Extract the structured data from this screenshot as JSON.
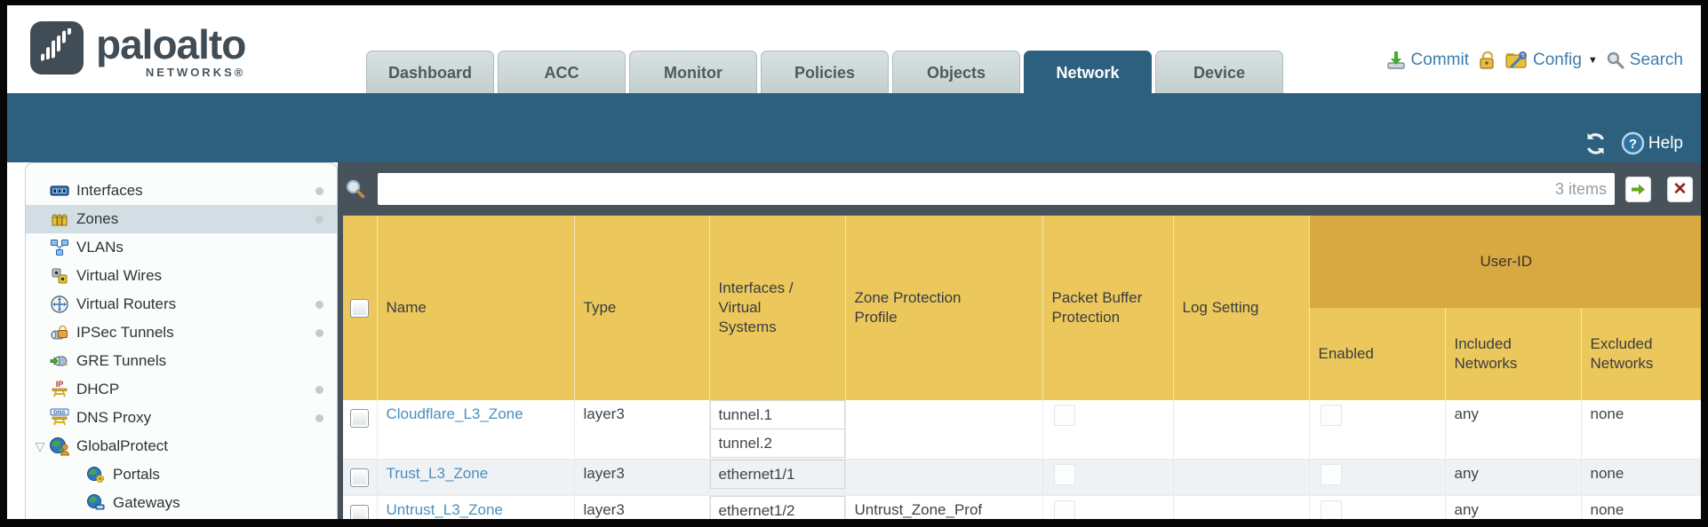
{
  "logo": {
    "brand": "paloalto",
    "sub": "NETWORKS®"
  },
  "header": {
    "tabs": [
      {
        "label": "Dashboard",
        "active": false
      },
      {
        "label": "ACC",
        "active": false
      },
      {
        "label": "Monitor",
        "active": false
      },
      {
        "label": "Policies",
        "active": false
      },
      {
        "label": "Objects",
        "active": false
      },
      {
        "label": "Network",
        "active": true
      },
      {
        "label": "Device",
        "active": false
      }
    ],
    "actions": {
      "commit": "Commit",
      "config": "Config",
      "search": "Search",
      "caret": "▼"
    }
  },
  "blueband": {
    "help_label": "Help"
  },
  "sidebar": {
    "items": [
      {
        "label": "Interfaces",
        "icon": "interfaces-icon",
        "selected": false,
        "dot": true
      },
      {
        "label": "Zones",
        "icon": "zones-icon",
        "selected": true,
        "dot": true
      },
      {
        "label": "VLANs",
        "icon": "vlans-icon",
        "selected": false,
        "dot": false
      },
      {
        "label": "Virtual Wires",
        "icon": "virtual-wires-icon",
        "selected": false,
        "dot": false
      },
      {
        "label": "Virtual Routers",
        "icon": "virtual-routers-icon",
        "selected": false,
        "dot": true
      },
      {
        "label": "IPSec Tunnels",
        "icon": "ipsec-tunnels-icon",
        "selected": false,
        "dot": true
      },
      {
        "label": "GRE Tunnels",
        "icon": "gre-tunnels-icon",
        "selected": false,
        "dot": false
      },
      {
        "label": "DHCP",
        "icon": "dhcp-icon",
        "selected": false,
        "dot": true
      },
      {
        "label": "DNS Proxy",
        "icon": "dns-proxy-icon",
        "selected": false,
        "dot": true
      },
      {
        "label": "GlobalProtect",
        "icon": "globalprotect-icon",
        "selected": false,
        "dot": false,
        "expanded": true,
        "expander_glyph": "▽"
      },
      {
        "label": "Portals",
        "icon": "portals-icon",
        "selected": false,
        "dot": false,
        "indent": true
      },
      {
        "label": "Gateways",
        "icon": "gateways-icon",
        "selected": false,
        "dot": false,
        "indent": true
      }
    ]
  },
  "toolbar": {
    "filter_value": "",
    "items_count": "3 items"
  },
  "table": {
    "user_id_group": "User-ID",
    "columns": [
      "",
      "Name",
      "Type",
      "Interfaces / Virtual Systems",
      "Zone Protection Profile",
      "Packet Buffer Protection",
      "Log Setting",
      "Enabled",
      "Included Networks",
      "Excluded Networks"
    ],
    "rows": [
      {
        "selected": false,
        "name": "Cloudflare_L3_Zone",
        "type": "layer3",
        "interfaces": [
          "tunnel.1",
          "tunnel.2"
        ],
        "zone_protection_profile": "",
        "packet_buffer_protection": false,
        "log_setting": "",
        "user_id": {
          "enabled": false,
          "included_networks": "any",
          "excluded_networks": "none"
        }
      },
      {
        "selected": false,
        "name": "Trust_L3_Zone",
        "type": "layer3",
        "interfaces": [
          "ethernet1/1"
        ],
        "zone_protection_profile": "",
        "packet_buffer_protection": false,
        "log_setting": "",
        "user_id": {
          "enabled": false,
          "included_networks": "any",
          "excluded_networks": "none"
        }
      },
      {
        "selected": false,
        "name": "Untrust_L3_Zone",
        "type": "layer3",
        "interfaces": [
          "ethernet1/2"
        ],
        "zone_protection_profile": "Untrust_Zone_Prof",
        "packet_buffer_protection": false,
        "log_setting": "",
        "user_id": {
          "enabled": false,
          "included_networks": "any",
          "excluded_networks": "none"
        }
      }
    ]
  },
  "colors": {
    "accent_blue": "#2d607e",
    "slate": "#47525b",
    "header_gold": "#ecc75b",
    "user_id_gold": "#d8a843",
    "link_blue": "#4a8fbe",
    "selected_row": "#d3dee4",
    "tab_inactive": "#c3cfcf",
    "brand_dark": "#414d56"
  }
}
